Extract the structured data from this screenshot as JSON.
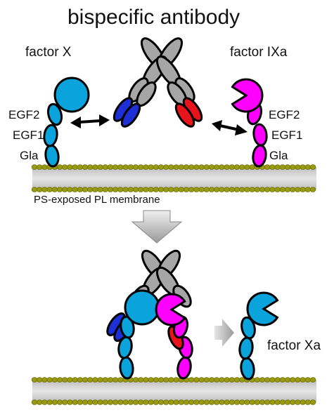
{
  "title": "bispecific antibody",
  "labels": {
    "factor_x": "factor X",
    "factor_ixa": "factor IXa",
    "factor_xa": "factor Xa",
    "egf2": "EGF2",
    "egf1": "EGF1",
    "gla": "Gla",
    "membrane": "PS-exposed PL membrane"
  },
  "colors": {
    "factor_x": "#0aa3dc",
    "factor_ixa": "#ff00ff",
    "antibody_grey": "#a6a6a6",
    "anti_fx_arm": "#1f2fd6",
    "anti_fixa_arm": "#e8131b",
    "lipid_head": "#9a9a10",
    "membrane_core": "#cfcfcf",
    "arrow": "#9a9a9a"
  }
}
